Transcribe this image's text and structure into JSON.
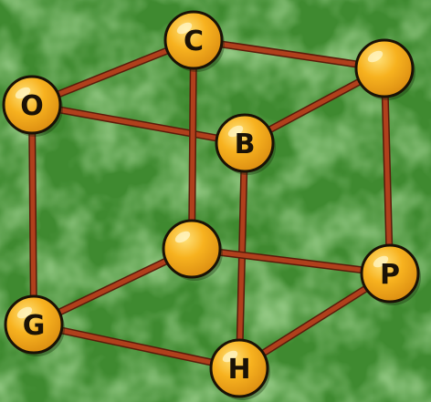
{
  "diagram": {
    "nodes": [
      {
        "id": "n1",
        "label": "C"
      },
      {
        "id": "n2",
        "label": ""
      },
      {
        "id": "n3",
        "label": "O"
      },
      {
        "id": "n4",
        "label": "B"
      },
      {
        "id": "n5",
        "label": ""
      },
      {
        "id": "n6",
        "label": "P"
      },
      {
        "id": "n7",
        "label": "G"
      },
      {
        "id": "n8",
        "label": "H"
      }
    ],
    "edges": [
      [
        "n3",
        "n1"
      ],
      [
        "n1",
        "n2"
      ],
      [
        "n3",
        "n4"
      ],
      [
        "n4",
        "n2"
      ],
      [
        "n3",
        "n7"
      ],
      [
        "n4",
        "n8"
      ],
      [
        "n2",
        "n6"
      ],
      [
        "n1",
        "n5"
      ],
      [
        "n5",
        "n6"
      ],
      [
        "n7",
        "n5"
      ],
      [
        "n7",
        "n8"
      ],
      [
        "n8",
        "n6"
      ]
    ]
  },
  "colors": {
    "background": "#3f8a30",
    "background_light": "#5fa84a",
    "background_dark": "#2f7226",
    "edge": "#b0401c",
    "edge_dark": "#5a1c0a",
    "node_fill": "#f7b21f",
    "node_highlight": "#ffe27a",
    "node_shadow": "#d98a10",
    "outline": "#1a1206"
  }
}
